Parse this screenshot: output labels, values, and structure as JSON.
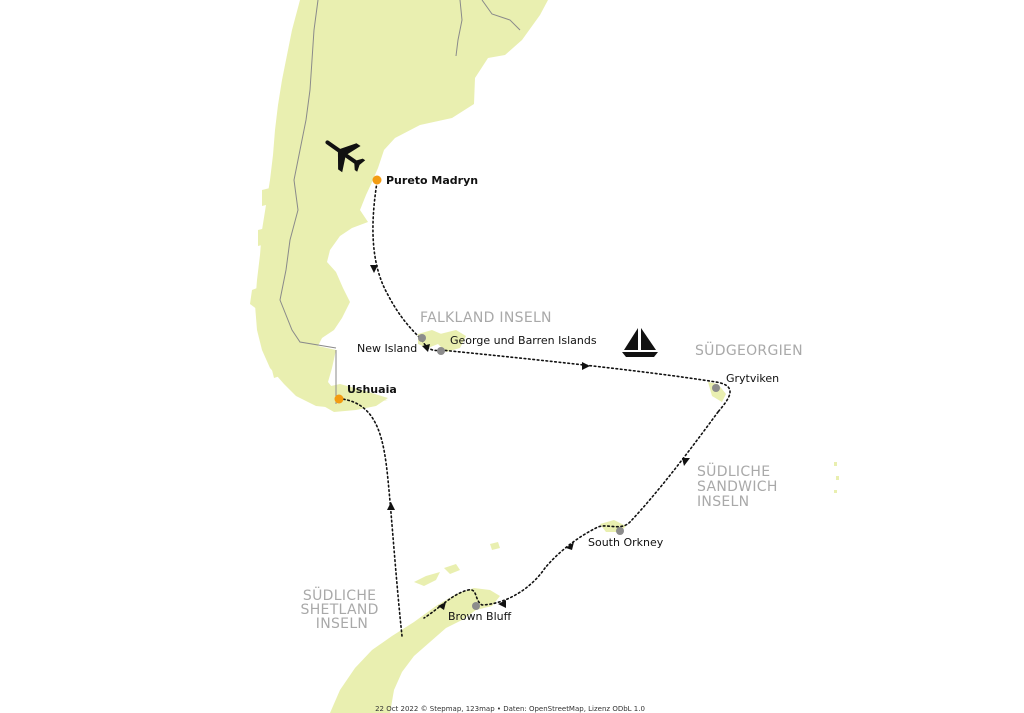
{
  "colors": {
    "land": "#e9efb0",
    "border": "#8a8a8a",
    "route": "#111111",
    "port_marker": "#f39c12",
    "stop_marker": "#8c8c8c",
    "region_label": "#a9a9a9"
  },
  "ports": {
    "puerto_madryn": "Pureto Madryn",
    "ushuaia": "Ushuaia"
  },
  "stops": {
    "new_island": "New Island",
    "george_barren": "George und Barren Islands",
    "grytviken": "Grytviken",
    "south_orkney": "South Orkney",
    "brown_bluff": "Brown Bluff"
  },
  "regions": {
    "falkland": "FALKLAND INSELN",
    "suedgeorgien": "SÜDGEORGIEN",
    "sandwich": [
      "SÜDLICHE",
      "SANDWICH",
      "INSELN"
    ],
    "shetland": [
      "SÜDLICHE",
      "SHETLAND",
      "INSELN"
    ]
  },
  "icons": {
    "flight": "airplane-icon",
    "ship": "sailboat-icon"
  },
  "credit": "22 Oct 2022 © Stepmap, 123map • Daten: OpenStreetMap, Lizenz ODbL 1.0"
}
